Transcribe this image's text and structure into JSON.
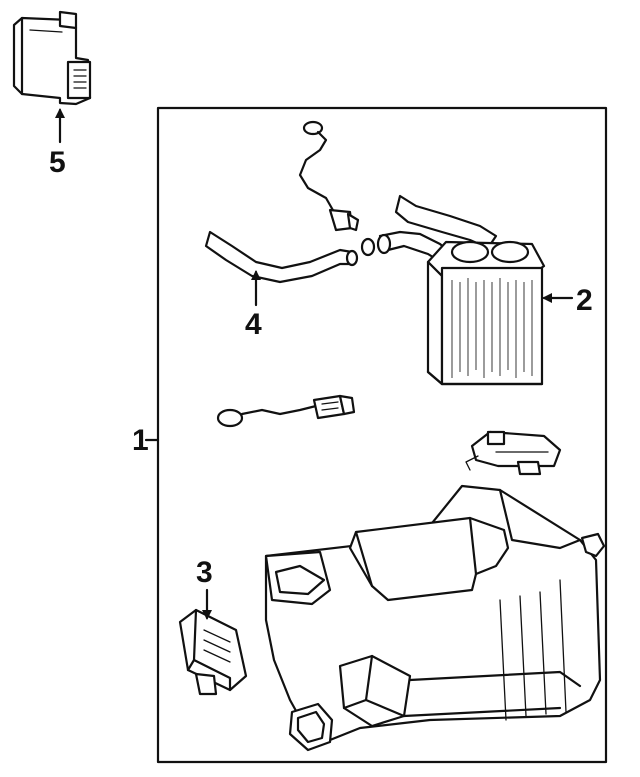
{
  "callouts": {
    "c1": "1",
    "c2": "2",
    "c3": "3",
    "c4": "4",
    "c5": "5"
  },
  "colors": {
    "line": "#111111",
    "background": "#ffffff"
  }
}
